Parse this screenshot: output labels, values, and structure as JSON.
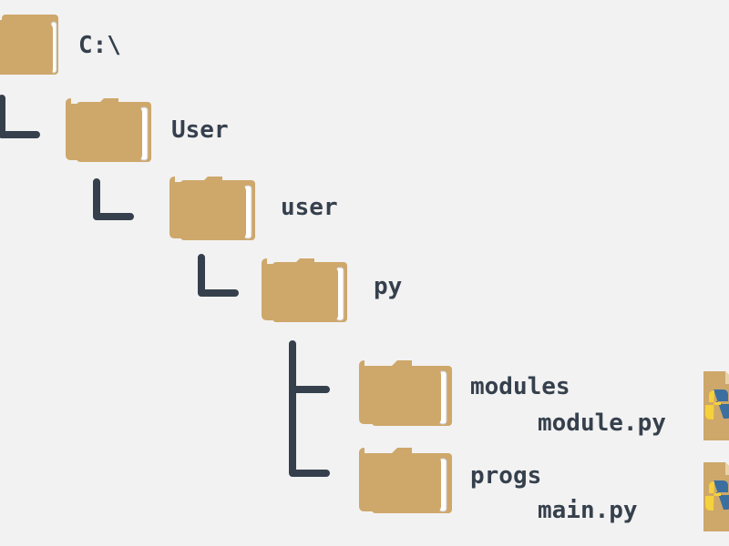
{
  "colors": {
    "background": "#f2f2f2",
    "folder_fill": "#cea76a",
    "folder_page": "#ffffff",
    "folder_edge": "#c8c8c8",
    "connector": "#36404d",
    "label": "#36404d",
    "file_card": "#cea76a",
    "python_blue": "#3a6fa0",
    "python_yellow": "#f4d13d"
  },
  "tree": {
    "root": {
      "label": "C:\\",
      "icon": "folder-icon"
    },
    "user_dir": {
      "label": "User",
      "icon": "folder-icon"
    },
    "home_dir": {
      "label": "user",
      "icon": "folder-icon"
    },
    "py_dir": {
      "label": "py",
      "icon": "folder-icon"
    },
    "modules_dir": {
      "label": "modules",
      "icon": "folder-icon",
      "file": {
        "label": "module.py",
        "icon": "python-file-icon"
      }
    },
    "progs_dir": {
      "label": "progs",
      "icon": "folder-icon",
      "file": {
        "label": "main.py",
        "icon": "python-file-icon"
      }
    }
  }
}
